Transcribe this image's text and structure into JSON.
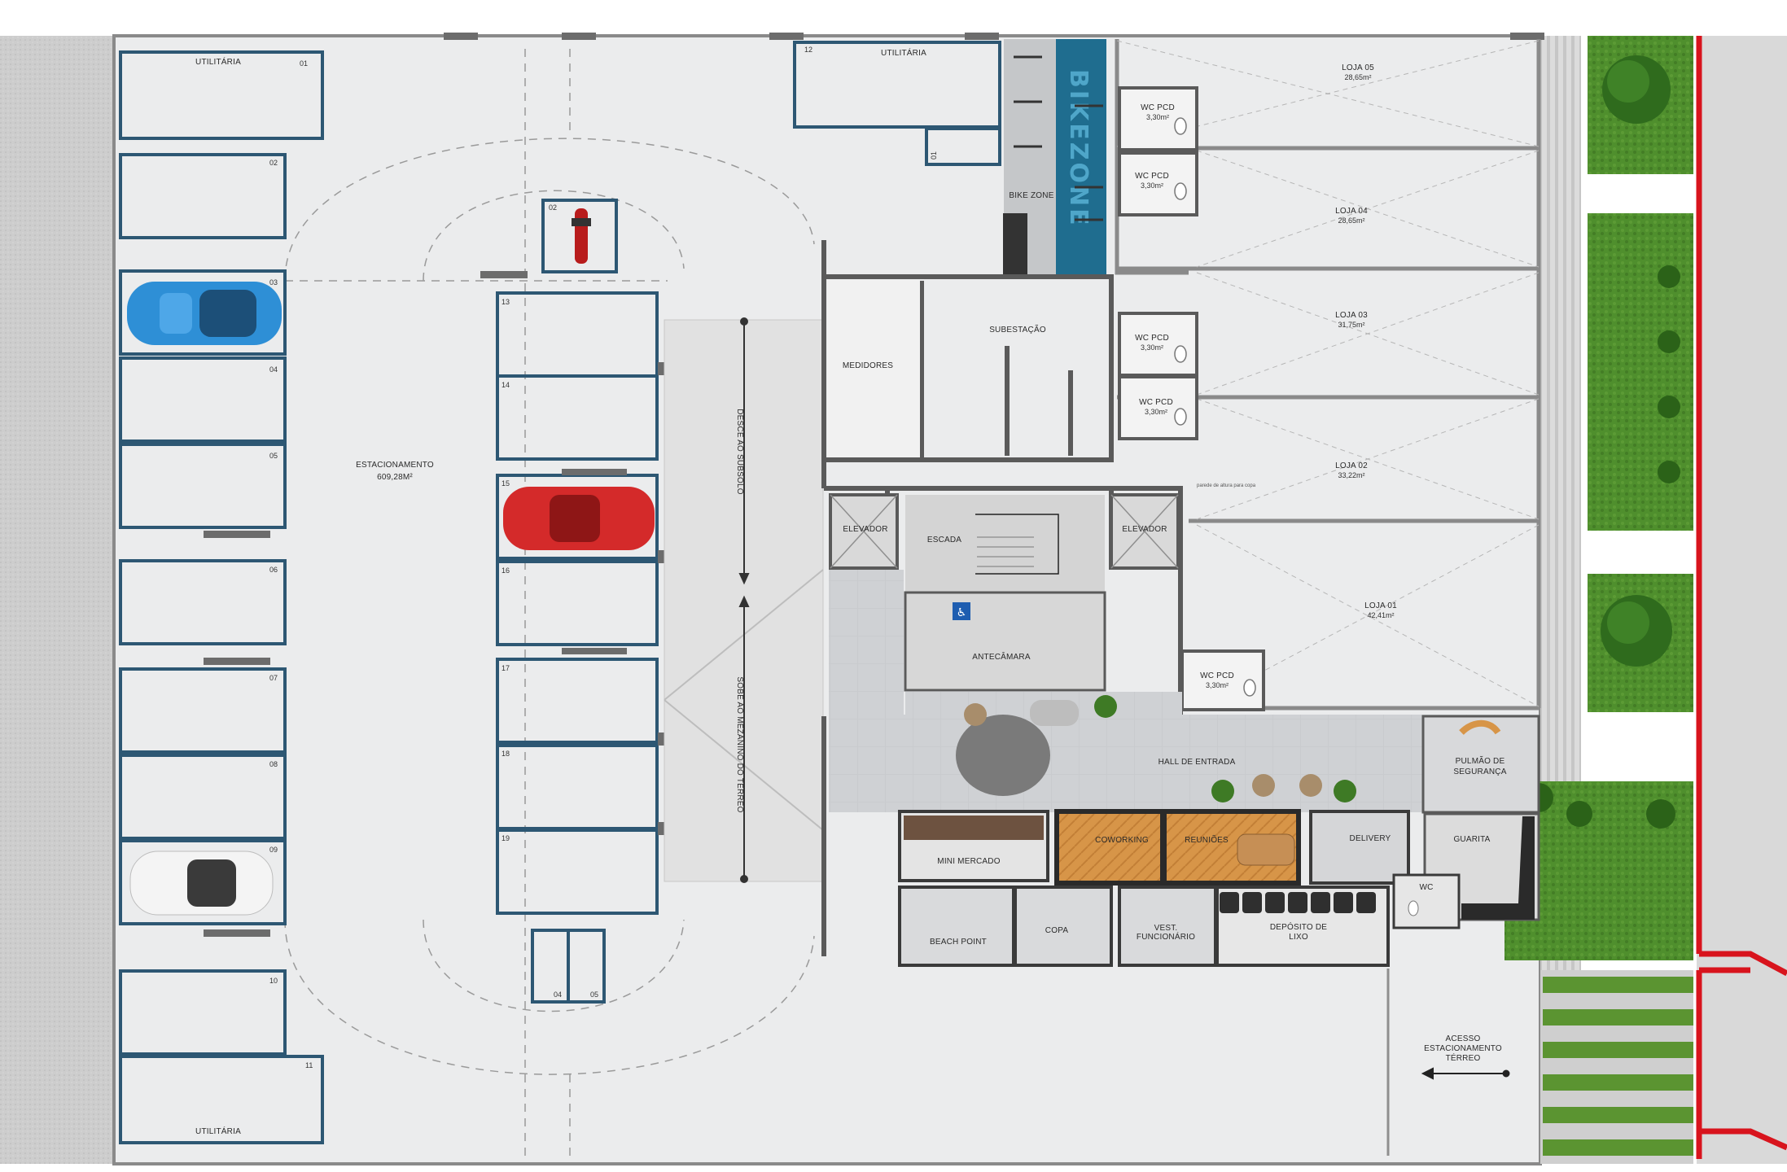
{
  "labels": {
    "utilitaria": "UTILITÁRIA",
    "estacionamento": "ESTACIONAMENTO",
    "estacionamento_area": "609,28M²",
    "desce_subsolo": "DESCE AO SUBSOLO",
    "sobe_mezanino": "SOBE AO MEZANINO DO TÉRREO",
    "bike_zone": "BIKE ZONE",
    "bikezone_wall": "BIKEZONE",
    "medidores": "MEDIDORES",
    "subestacao": "SUBESTAÇÃO",
    "elevador": "ELEVADOR",
    "escada": "ESCADA",
    "antecamara": "ANTECÂMARA",
    "hall": "HALL DE ENTRADA",
    "pulmao_1": "PULMÃO DE",
    "pulmao_2": "SEGURANÇA",
    "guarita": "GUARITA",
    "delivery": "DELIVERY",
    "wc": "WC",
    "coworking": "COWORKING",
    "reunioes": "REUNIÕES",
    "mini_mercado": "MINI MERCADO",
    "beach_point": "BEACH POINT",
    "copa": "COPA",
    "vest_1": "VEST.",
    "vest_2": "FUNCIONÁRIO",
    "deposito_1": "DEPÓSITO DE",
    "deposito_2": "LIXO",
    "acesso_1": "ACESSO",
    "acesso_2": "ESTACIONAMENTO",
    "acesso_3": "TÉRREO",
    "wc_pcd": "WC PCD",
    "wc_area": "3,30m²",
    "parede_tiny": "parede de altura para copa"
  },
  "spot_numbers": {
    "left": [
      "01",
      "02",
      "03",
      "04",
      "05",
      "06",
      "07",
      "08",
      "09",
      "10",
      "11"
    ],
    "utility_12": "12",
    "utility_12b": "01",
    "moto": "02",
    "center": [
      "13",
      "14",
      "15",
      "16",
      "17",
      "18",
      "19"
    ],
    "bottom": [
      "04",
      "05"
    ]
  },
  "lojas": [
    {
      "name": "LOJA 05",
      "area": "28,65m²"
    },
    {
      "name": "LOJA 04",
      "area": "28,65m²"
    },
    {
      "name": "LOJA 03",
      "area": "31,75m²"
    },
    {
      "name": "LOJA 02",
      "area": "33,22m²"
    },
    {
      "name": "LOJA 01",
      "area": "42,41m²"
    }
  ],
  "colors": {
    "spot_outline": "#2d5773",
    "floor": "#e9eaeb",
    "gravel": "#c9c9c9",
    "hall_tile": "#c7c9cc",
    "bike_wall": "#1f6d8f",
    "red_curb": "#d8141d",
    "lawn": "#4d8c2c",
    "wood": "#d99a4a",
    "car_blue": "#2e8fd6",
    "car_red": "#d42a2a",
    "car_white": "#f4f4f4",
    "moto": "#b81c1c"
  },
  "icons": [
    "elevator-shaft",
    "accessible-icon",
    "plant-icon",
    "car-icon",
    "motorcycle-icon",
    "bicycle-icon",
    "toilet-icon",
    "direction-arrow-icon"
  ]
}
